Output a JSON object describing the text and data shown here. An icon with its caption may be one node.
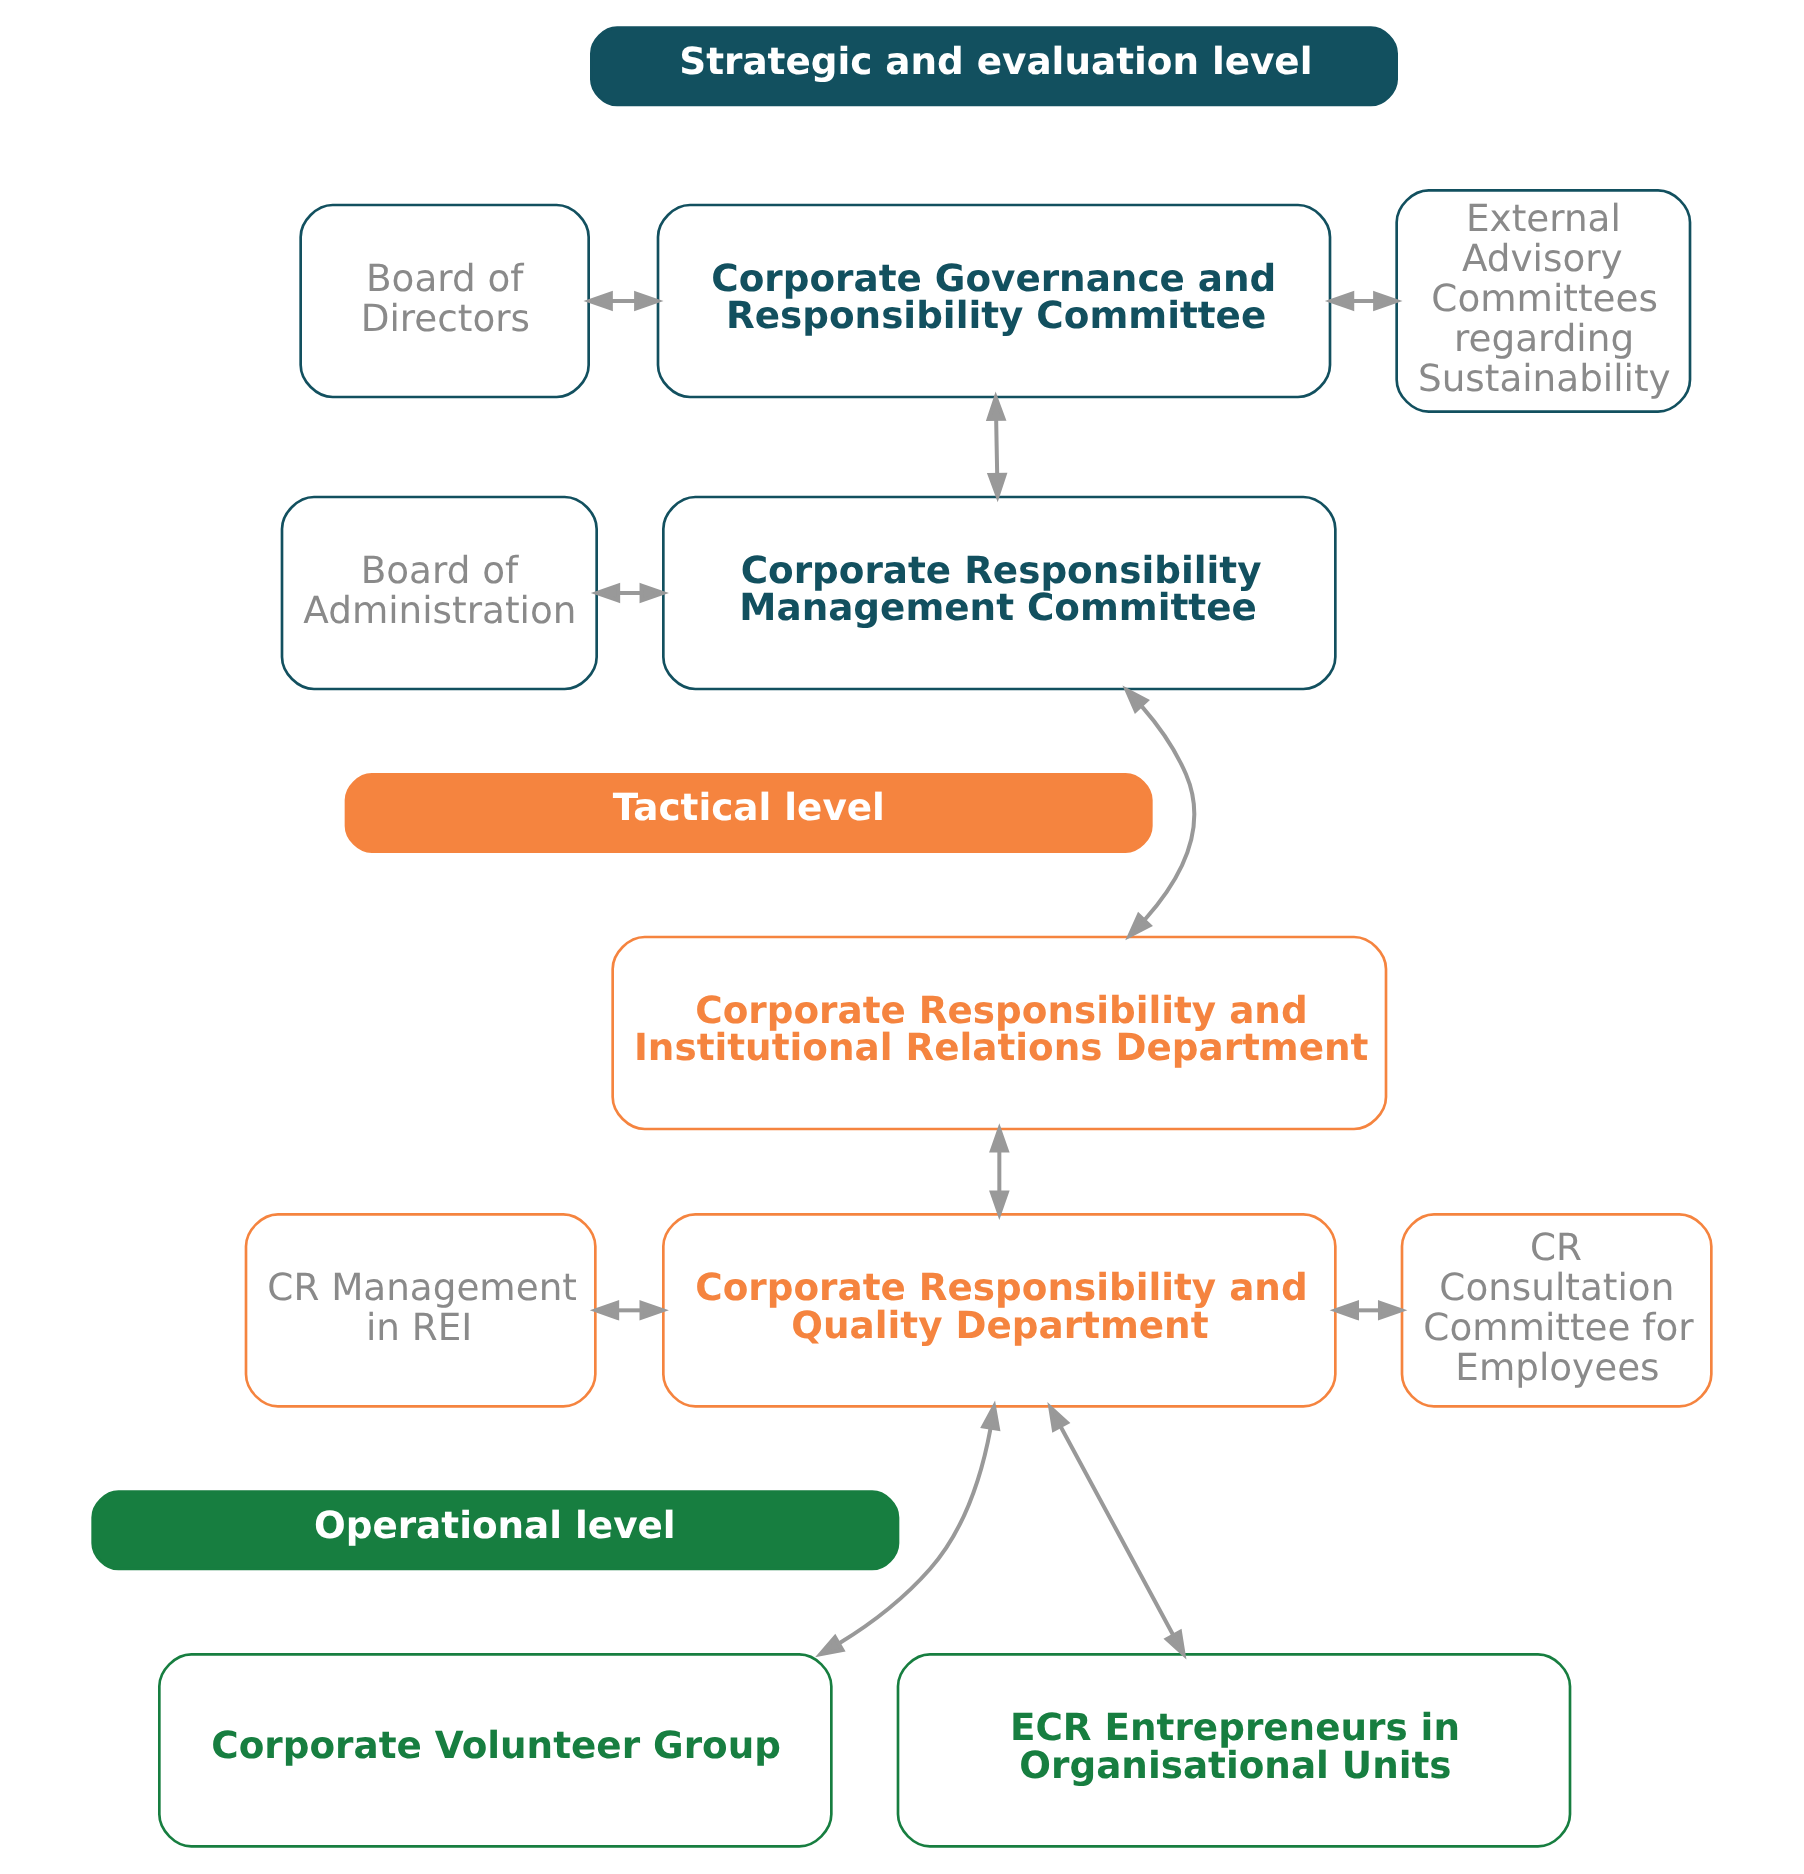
{
  "diagram": {
    "nodes": [
      {
        "text": [
          "Strategic and evaluation level"
        ]
      },
      {
        "text": [
          "Board of Directors"
        ]
      },
      {
        "text": [
          "Corporate Governance and Responsibility Committee"
        ]
      },
      {
        "text": [
          "External Advisory Committees regarding Sustainability"
        ]
      },
      {
        "text": [
          "Board of Administration"
        ]
      },
      {
        "text": [
          "Corporate Responsibility Management Committee"
        ]
      },
      {
        "text": [
          "Tactical level"
        ]
      },
      {
        "text": [
          "Corporate Responsibility and Institutional Relations Department"
        ]
      },
      {
        "text": [
          "CR Management in REI"
        ]
      },
      {
        "text": [
          "Corporate Responsibility and Quality Department"
        ]
      },
      {
        "text": [
          "CR Consultation Committee for Employees"
        ]
      },
      {
        "text": [
          "Operational level"
        ]
      },
      {
        "text": [
          "Corporate Volunteer Group"
        ]
      },
      {
        "text": [
          "ECR Entrepreneurs in Organisational Units"
        ]
      }
    ],
    "edges": [
      {
        "from": 1,
        "to": 2,
        "arrow": "both"
      },
      {
        "from": 2,
        "to": 3,
        "arrow": "both"
      },
      {
        "from": 2,
        "to": 5,
        "arrow": "both"
      },
      {
        "from": 4,
        "to": 5,
        "arrow": "both"
      },
      {
        "from": 5,
        "to": 7,
        "arrow": "both"
      },
      {
        "from": 7,
        "to": 9,
        "arrow": "both"
      },
      {
        "from": 8,
        "to": 9,
        "arrow": "both"
      },
      {
        "from": 9,
        "to": 10,
        "arrow": "both"
      },
      {
        "from": 9,
        "to": 12,
        "arrow": "both"
      },
      {
        "from": 9,
        "to": 13,
        "arrow": "both"
      }
    ]
  }
}
